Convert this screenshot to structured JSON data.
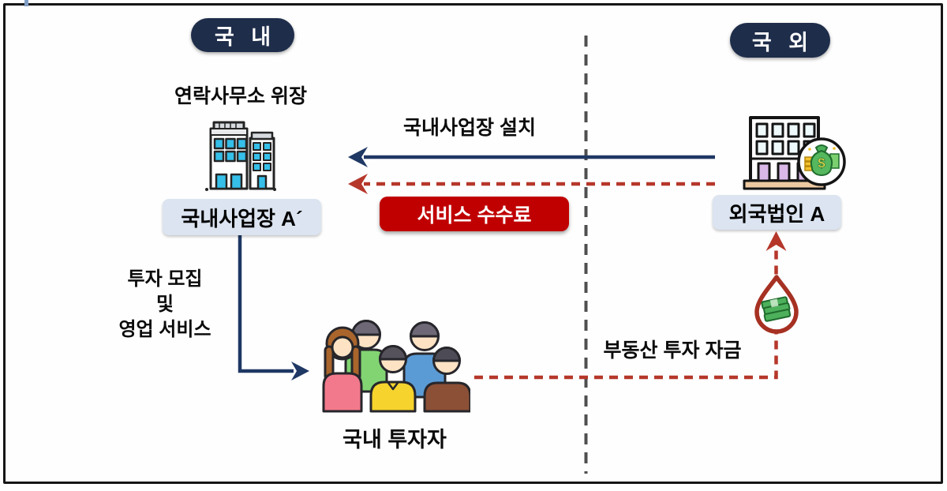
{
  "regions": {
    "domestic": "국 내",
    "overseas": "국 외"
  },
  "domestic_side": {
    "caption": "연락사무소 위장",
    "entity": "국내사업장 A´",
    "recruit_lines": [
      "투자 모집",
      "및",
      "영업 서비스"
    ],
    "investors": "국내 투자자"
  },
  "overseas_side": {
    "entity": "외국법인 A"
  },
  "flows": {
    "establish": "국내사업장 설치",
    "service_fee": "서비스 수수료",
    "funds": "부동산 투자 자금"
  },
  "icons": {
    "domestic_building": "twin-office-buildings",
    "foreign_building": "office-building-with-money-bag",
    "investors_group": "five-people-group",
    "money_drop": "cash-bundle-drop-marker",
    "dollar_sign": "$"
  },
  "colors": {
    "navy": "#1f3864",
    "pill-bg": "#1e2d4a",
    "badge-red": "#c00000",
    "arrow-red": "#b5372a",
    "label-bg": "#dbe4f0",
    "divider-gray": "#4f4f4f"
  }
}
